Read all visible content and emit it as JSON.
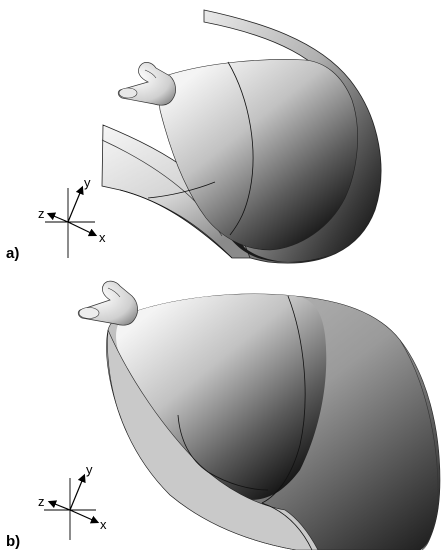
{
  "panels": [
    {
      "label": "a)",
      "axes": {
        "x": "x",
        "y": "y",
        "z": "z"
      }
    },
    {
      "label": "b)",
      "axes": {
        "x": "x",
        "y": "y",
        "z": "z"
      }
    }
  ]
}
